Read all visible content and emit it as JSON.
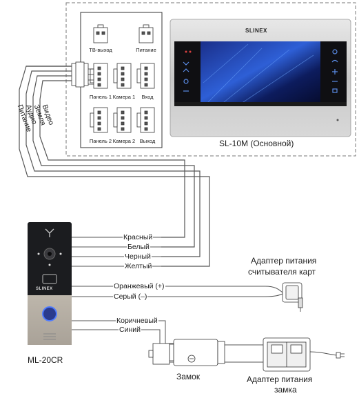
{
  "monitor": {
    "brand": "SLINEX",
    "caption": "SL-10M (Основной)"
  },
  "connectors": {
    "tv_out": "ТВ-выход",
    "power": "Питание",
    "panel1": "Панель 1",
    "camera1": "Камера 1",
    "input": "Вход",
    "panel2": "Панель 2",
    "camera2": "Камера 2",
    "output": "Выход"
  },
  "cable_labels": {
    "video": "Видео",
    "ground": "Земля",
    "audio": "Аудио",
    "power": "Питание"
  },
  "panel": {
    "brand": "SLINEX",
    "caption": "ML-20CR"
  },
  "wires": {
    "red": "Красный",
    "white": "Белый",
    "black": "Черный",
    "yellow": "Желтый",
    "orange": "Оранжевый (+)",
    "gray": "Серый (–)",
    "brown": "Коричневый",
    "blue": "Синий"
  },
  "card_adapter": {
    "line1": "Адаптер питания",
    "line2": "считывателя карт"
  },
  "lock": {
    "label": "Замок"
  },
  "lock_adapter": {
    "line1": "Адаптер питания",
    "line2": "замка"
  }
}
